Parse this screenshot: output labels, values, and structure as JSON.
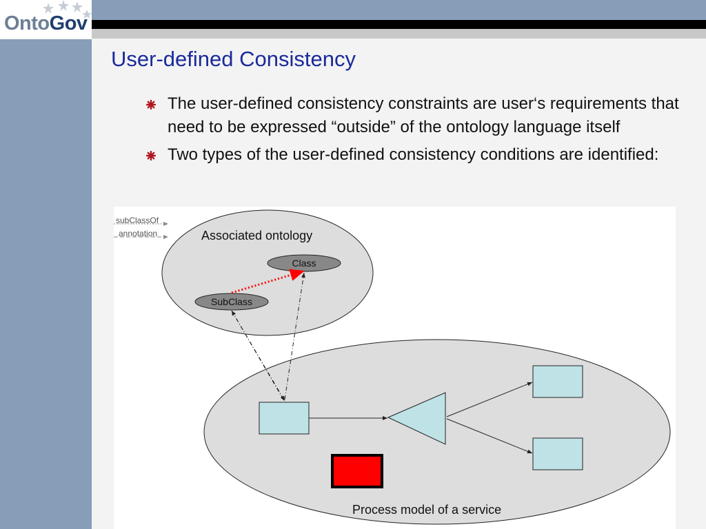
{
  "logo": {
    "part1": "Onto",
    "part2": "Gov"
  },
  "title": "User-defined Consistency",
  "bullets": [
    "The user-defined consistency constraints are user‘s requirements that need to be expressed “outside” of the ontology language itself",
    "Two types of the user-defined consistency conditions are identified:"
  ],
  "diagram": {
    "legend": {
      "subclassof": "subClassOf",
      "annotation": "annotation"
    },
    "ontology_label": "Associated ontology",
    "class_node": "Class",
    "subclass_node": "SubClass",
    "process_label": "Process model of a service"
  },
  "colors": {
    "sidebar": "#879db8",
    "title": "#1a2a9c",
    "bullet": "#b0151f",
    "node_fill": "#bfe2e6",
    "highlight": "#ff0000",
    "ellipse_fill": "#dddddd"
  }
}
